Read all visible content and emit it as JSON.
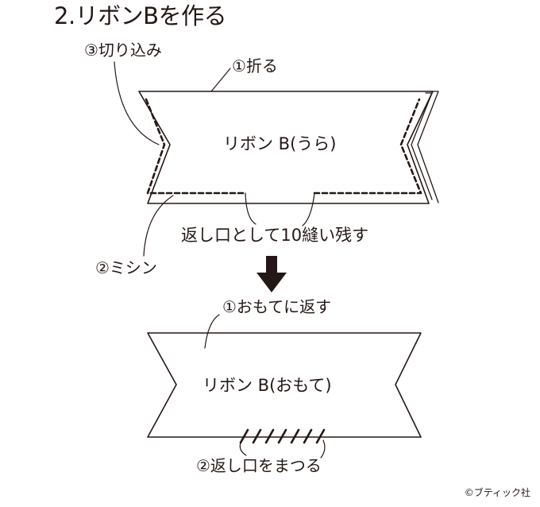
{
  "title": "2.リボンBを作る",
  "labels": {
    "cut": "③切り込み",
    "fold": "①折る",
    "back_label": "リボン B(うら)",
    "opening": "返し口として10縫い残す",
    "sew": "②ミシン",
    "turn": "①おもてに返す",
    "front_label": "リボン B(おもて)",
    "slipstitch": "②返し口をまつる"
  },
  "copyright": "©ブティック社"
}
